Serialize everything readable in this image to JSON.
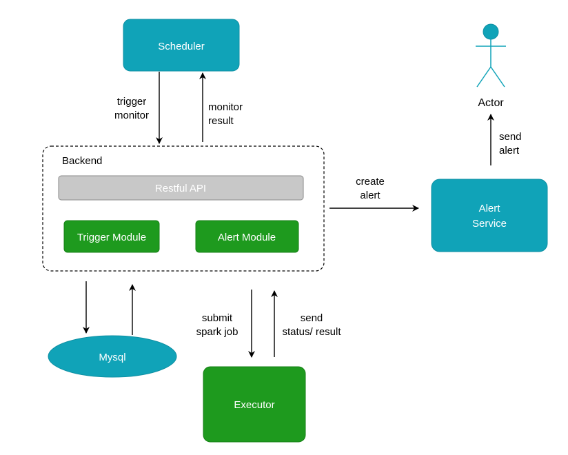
{
  "colors": {
    "teal": "#10A3B8",
    "teal_border": "#0E8FA3",
    "green": "#1E9A1E",
    "green_border": "#157F15",
    "gray": "#C8C8C8",
    "gray_border": "#8A8A8A",
    "line": "#000000"
  },
  "nodes": {
    "scheduler": "Scheduler",
    "backend": "Backend",
    "restful_api": "Restful API",
    "trigger_module": "Trigger Module",
    "alert_module": "Alert Module",
    "alert_service": [
      "Alert",
      "Service"
    ],
    "actor": "Actor",
    "mysql": "Mysql",
    "executor": "Executor"
  },
  "edges": {
    "trigger_monitor": [
      "trigger",
      "monitor"
    ],
    "monitor_result": [
      "monitor",
      "result"
    ],
    "create_alert": [
      "create",
      "alert"
    ],
    "send_alert": [
      "send",
      "alert"
    ],
    "submit_spark_job": [
      "submit",
      "spark job"
    ],
    "send_status_result": [
      "send",
      "status/ result"
    ]
  }
}
